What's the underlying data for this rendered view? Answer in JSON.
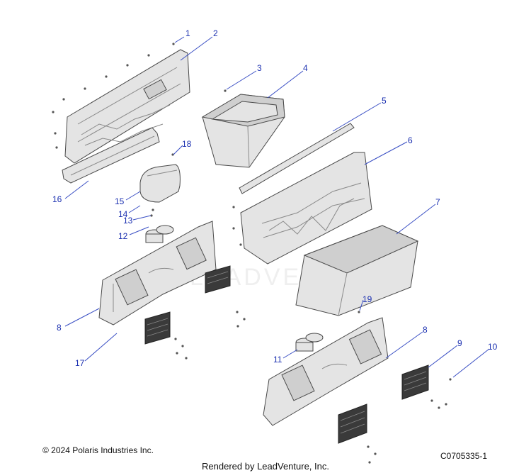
{
  "diagram": {
    "callouts": [
      {
        "id": "c1",
        "label": "1"
      },
      {
        "id": "c2",
        "label": "2"
      },
      {
        "id": "c3",
        "label": "3"
      },
      {
        "id": "c4",
        "label": "4"
      },
      {
        "id": "c5",
        "label": "5"
      },
      {
        "id": "c6",
        "label": "6"
      },
      {
        "id": "c7",
        "label": "7"
      },
      {
        "id": "c8a",
        "label": "8"
      },
      {
        "id": "c8b",
        "label": "8"
      },
      {
        "id": "c9",
        "label": "9"
      },
      {
        "id": "c10",
        "label": "10"
      },
      {
        "id": "c11",
        "label": "11"
      },
      {
        "id": "c12",
        "label": "12"
      },
      {
        "id": "c13",
        "label": "13"
      },
      {
        "id": "c14",
        "label": "14"
      },
      {
        "id": "c15",
        "label": "15"
      },
      {
        "id": "c16",
        "label": "16"
      },
      {
        "id": "c17",
        "label": "17"
      },
      {
        "id": "c18",
        "label": "18"
      },
      {
        "id": "c19",
        "label": "19"
      }
    ],
    "watermark": "LEADVENTURE"
  },
  "footer": {
    "copyright": "© 2024 Polaris Industries Inc.",
    "figure_id": "C0705335-1",
    "rendered_by": "Rendered by LeadVenture, Inc."
  },
  "colors": {
    "callout": "#1a2fb0",
    "leader": "#3a4fc4",
    "part_fill": "#e4e4e4",
    "part_outline": "#4a4a4a",
    "grille": "#3a3a3a"
  }
}
